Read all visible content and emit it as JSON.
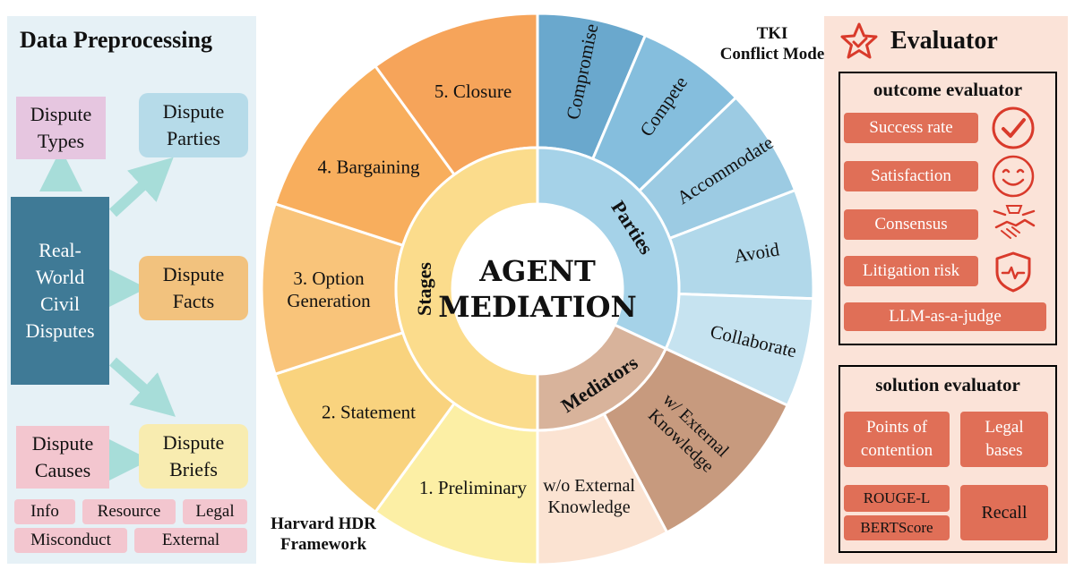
{
  "data_preprocessing": {
    "title": "Data Preprocessing",
    "real_world": "Real-\nWorld\nCivil\nDisputes",
    "dispute_types": "Dispute\nTypes",
    "dispute_parties": "Dispute\nParties",
    "dispute_facts": "Dispute\nFacts",
    "dispute_causes": "Dispute\nCauses",
    "dispute_briefs": "Dispute\nBriefs",
    "tags": [
      "Info",
      "Resource",
      "Legal",
      "Misconduct",
      "External"
    ]
  },
  "wheel": {
    "center_line1": "AGENT",
    "center_line2": "MEDIATION",
    "ring_stages": "Stages",
    "ring_parties": "Parties",
    "ring_mediators": "Mediators",
    "stages": [
      "1. Preliminary",
      "2. Statement",
      "3. Option\nGeneration",
      "4. Bargaining",
      "5. Closure"
    ],
    "parties": [
      "Compromise",
      "Compete",
      "Accommodate",
      "Avoid",
      "Collaborate"
    ],
    "mediators": [
      "w/ External\nKnowledge",
      "w/o External\nKnowledge"
    ],
    "tki_label": "TKI\nConflict Mode",
    "harvard_label": "Harvard HDR\nFramework",
    "colors": {
      "stages_outer": [
        "#fcefa5",
        "#f9d37e",
        "#f9c47a",
        "#f8ae5d",
        "#f6a45a"
      ],
      "stages_inner": "#fbdc8c",
      "parties_outer": [
        "#6aa8cd",
        "#85bedd",
        "#9ccbe3",
        "#b1d8ea",
        "#c6e3f0"
      ],
      "parties_inner": "#a5d2e8",
      "mediators_outer": [
        "#c79a7e",
        "#fbe3d2"
      ],
      "mediators_inner": "#d8b39b"
    }
  },
  "evaluator": {
    "title": "Evaluator",
    "outcome_title": "outcome evaluator",
    "outcome_items": [
      "Success rate",
      "Satisfaction",
      "Consensus",
      "Litigation risk"
    ],
    "llm_judge": "LLM-as-a-judge",
    "solution_title": "solution evaluator",
    "points": "Points of\ncontention",
    "legal_bases": "Legal\nbases",
    "rouge": "ROUGE-L",
    "bertscore": "BERTScore",
    "recall": "Recall",
    "accent": "#e06f57"
  }
}
